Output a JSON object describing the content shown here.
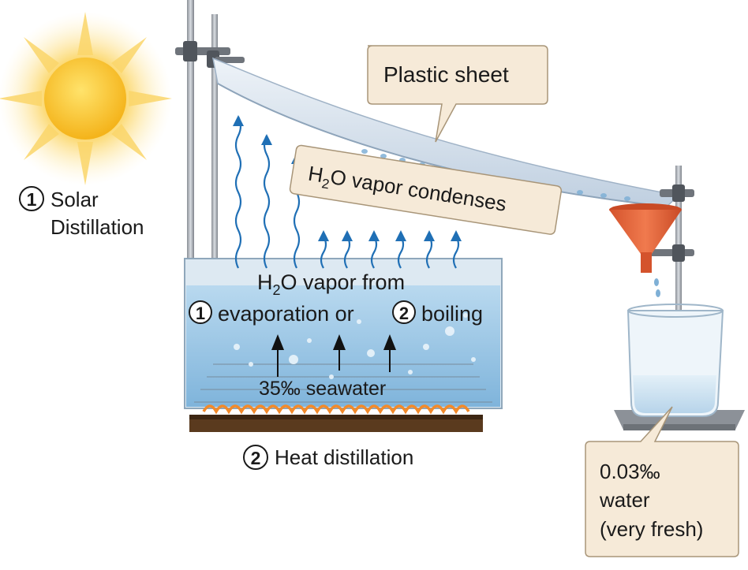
{
  "labels": {
    "solar_number": "1",
    "solar_line1": "Solar",
    "solar_line2": "Distillation",
    "plastic_sheet": "Plastic sheet",
    "condenses_pre": "H",
    "condenses_sub": "2",
    "condenses_post": "O vapor condenses",
    "vapor_pre": "H",
    "vapor_sub": "2",
    "vapor_post": "O vapor from",
    "evap_number": "1",
    "evaporation": "evaporation or",
    "boil_number": "2",
    "boiling": "boiling",
    "seawater": "35‰ seawater",
    "heat_number": "2",
    "heat_distillation": "Heat distillation",
    "fresh_line1": "0.03‰",
    "fresh_line2": "water",
    "fresh_line3": "(very fresh)"
  },
  "colors": {
    "sun": "#f7c42e",
    "water": "#9fc8e6",
    "arrow_blue": "#1f6fb5",
    "funnel": "#e8643a",
    "heater": "#5a3a1e",
    "coil": "#f28a2a",
    "callout": "#f6ead8"
  }
}
